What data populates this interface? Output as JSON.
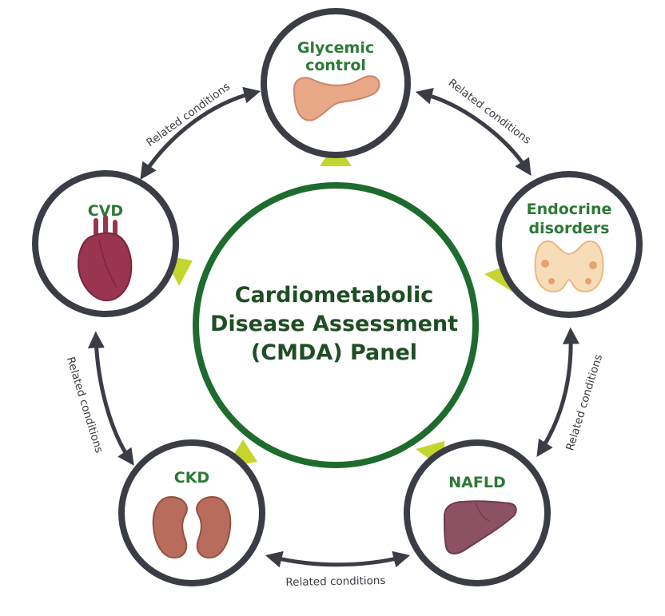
{
  "colors": {
    "center_ring": "#1e6b2e",
    "center_text": "#1f4d24",
    "node_ring": "#3b3d46",
    "node_label": "#2b7a35",
    "pointer": "#c4d62e",
    "arrow": "#3b3d46",
    "relation_text": "#3b3d46"
  },
  "center": {
    "lines": [
      "Cardiometabolic",
      "Disease Assessment",
      "(CMDA) Panel"
    ]
  },
  "nodes": [
    {
      "id": "glycemic",
      "lines": [
        "Glycemic",
        "control"
      ],
      "icon": "pancreas-icon"
    },
    {
      "id": "endocrine",
      "lines": [
        "Endocrine",
        "disorders"
      ],
      "icon": "thyroid-icon"
    },
    {
      "id": "nafld",
      "lines": [
        "NAFLD"
      ],
      "icon": "liver-icon"
    },
    {
      "id": "ckd",
      "lines": [
        "CKD"
      ],
      "icon": "kidneys-icon"
    },
    {
      "id": "cvd",
      "lines": [
        "CVD"
      ],
      "icon": "heart-icon"
    }
  ],
  "relations": [
    {
      "label": "Related conditions"
    },
    {
      "label": "Related conditions"
    },
    {
      "label": "Related conditions"
    },
    {
      "label": "Related conditions"
    },
    {
      "label": "Related conditions"
    }
  ]
}
